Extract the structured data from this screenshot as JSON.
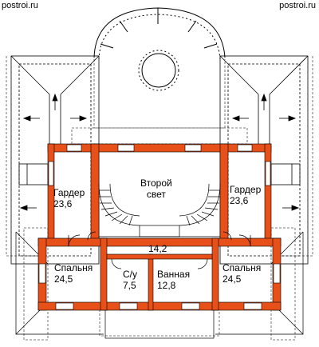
{
  "site": {
    "left": "postroi.ru",
    "right": "postroi.ru"
  },
  "rooms": {
    "second_light": {
      "name_line1": "Второй",
      "name_line2": "свет"
    },
    "wardrobe_left": {
      "name": "Гардер",
      "area": "23,6"
    },
    "wardrobe_right": {
      "name": "Гардер",
      "area": "23,6"
    },
    "hall": {
      "area": "14,2"
    },
    "bedroom_left": {
      "name": "Спальня",
      "area": "24,5"
    },
    "wc": {
      "name": "С/у",
      "area": "7,5"
    },
    "bathroom": {
      "name": "Ванная",
      "area": "12,8"
    },
    "bedroom_right": {
      "name": "Спальня",
      "area": "24,5"
    }
  },
  "colors": {
    "wall": "#e8501a",
    "line": "#000000",
    "roof_dash": "#555555"
  }
}
